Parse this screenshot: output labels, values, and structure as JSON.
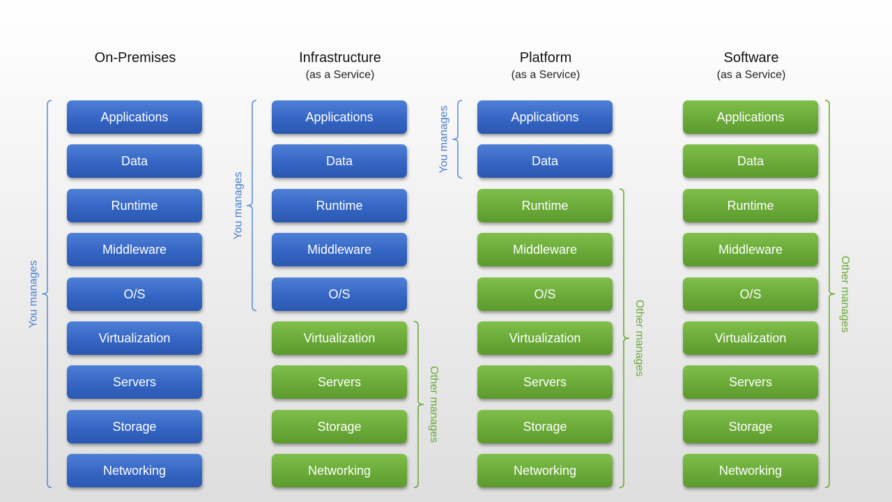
{
  "colors": {
    "you": "#3465c4",
    "other": "#6aaa38",
    "you_brace": "#5b8fd8",
    "other_brace": "#6aaa38"
  },
  "layers": [
    "Applications",
    "Data",
    "Runtime",
    "Middleware",
    "O/S",
    "Virtualization",
    "Servers",
    "Storage",
    "Networking"
  ],
  "columns": [
    {
      "id": "on-premises",
      "title": "On-Premises",
      "subtitle": "",
      "you_manage_count": 9,
      "you_label": "You manages",
      "other_label": ""
    },
    {
      "id": "iaas",
      "title": "Infrastructure",
      "subtitle": "(as a Service)",
      "you_manage_count": 5,
      "you_label": "You manages",
      "other_label": "Other manages"
    },
    {
      "id": "paas",
      "title": "Platform",
      "subtitle": "(as a Service)",
      "you_manage_count": 2,
      "you_label": "You manages",
      "other_label": "Other manages"
    },
    {
      "id": "saas",
      "title": "Software",
      "subtitle": "(as a Service)",
      "you_manage_count": 0,
      "you_label": "",
      "other_label": "Other manages"
    }
  ]
}
